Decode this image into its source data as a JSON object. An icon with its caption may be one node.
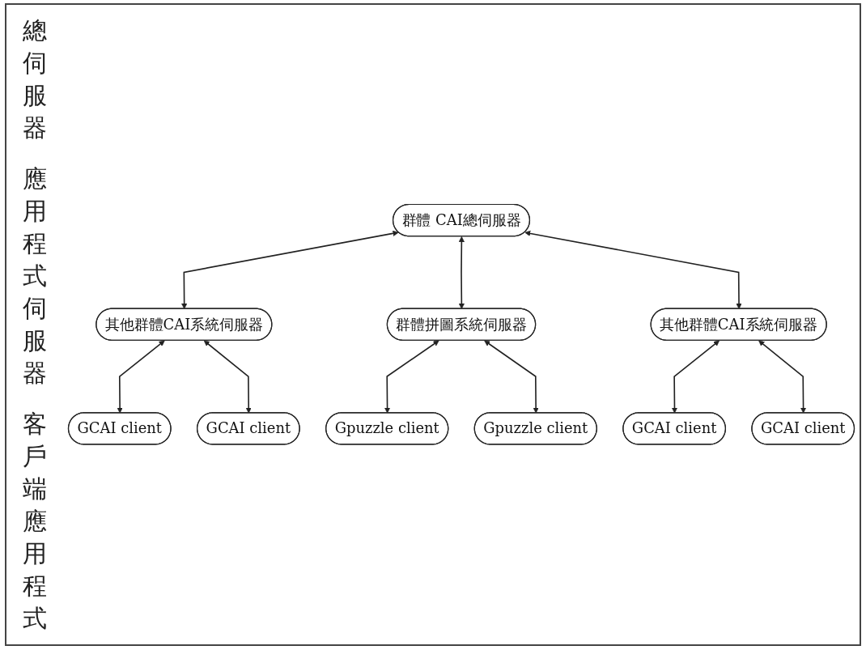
{
  "diagram": {
    "nodes": [
      {
        "text": [
          "群體 CAI總伺服器"
        ]
      },
      {
        "text": [
          "其他群體CAI系統伺服器"
        ]
      },
      {
        "text": [
          "群體拼圖系統伺服器"
        ]
      },
      {
        "text": [
          "其他群體CAI系統伺服器"
        ]
      },
      {
        "text": [
          "GCAI client"
        ]
      },
      {
        "text": [
          "GCAI client"
        ]
      },
      {
        "text": [
          "Gpuzzle client"
        ]
      },
      {
        "text": [
          "Gpuzzle client"
        ]
      },
      {
        "text": [
          "GCAI client"
        ]
      },
      {
        "text": [
          "GCAI client"
        ]
      }
    ],
    "edges": [
      {
        "from": 0,
        "to": 1,
        "arrow": "both"
      },
      {
        "from": 0,
        "to": 2,
        "arrow": "both"
      },
      {
        "from": 0,
        "to": 3,
        "arrow": "both"
      },
      {
        "from": 1,
        "to": 4,
        "arrow": "both"
      },
      {
        "from": 1,
        "to": 5,
        "arrow": "both"
      },
      {
        "from": 2,
        "to": 6,
        "arrow": "both"
      },
      {
        "from": 2,
        "to": 7,
        "arrow": "both"
      },
      {
        "from": 3,
        "to": 8,
        "arrow": "both"
      },
      {
        "from": 3,
        "to": 9,
        "arrow": "both"
      }
    ],
    "labels": [
      "總伺服器",
      "應用程式伺服器",
      "客戶端應用程式"
    ]
  }
}
